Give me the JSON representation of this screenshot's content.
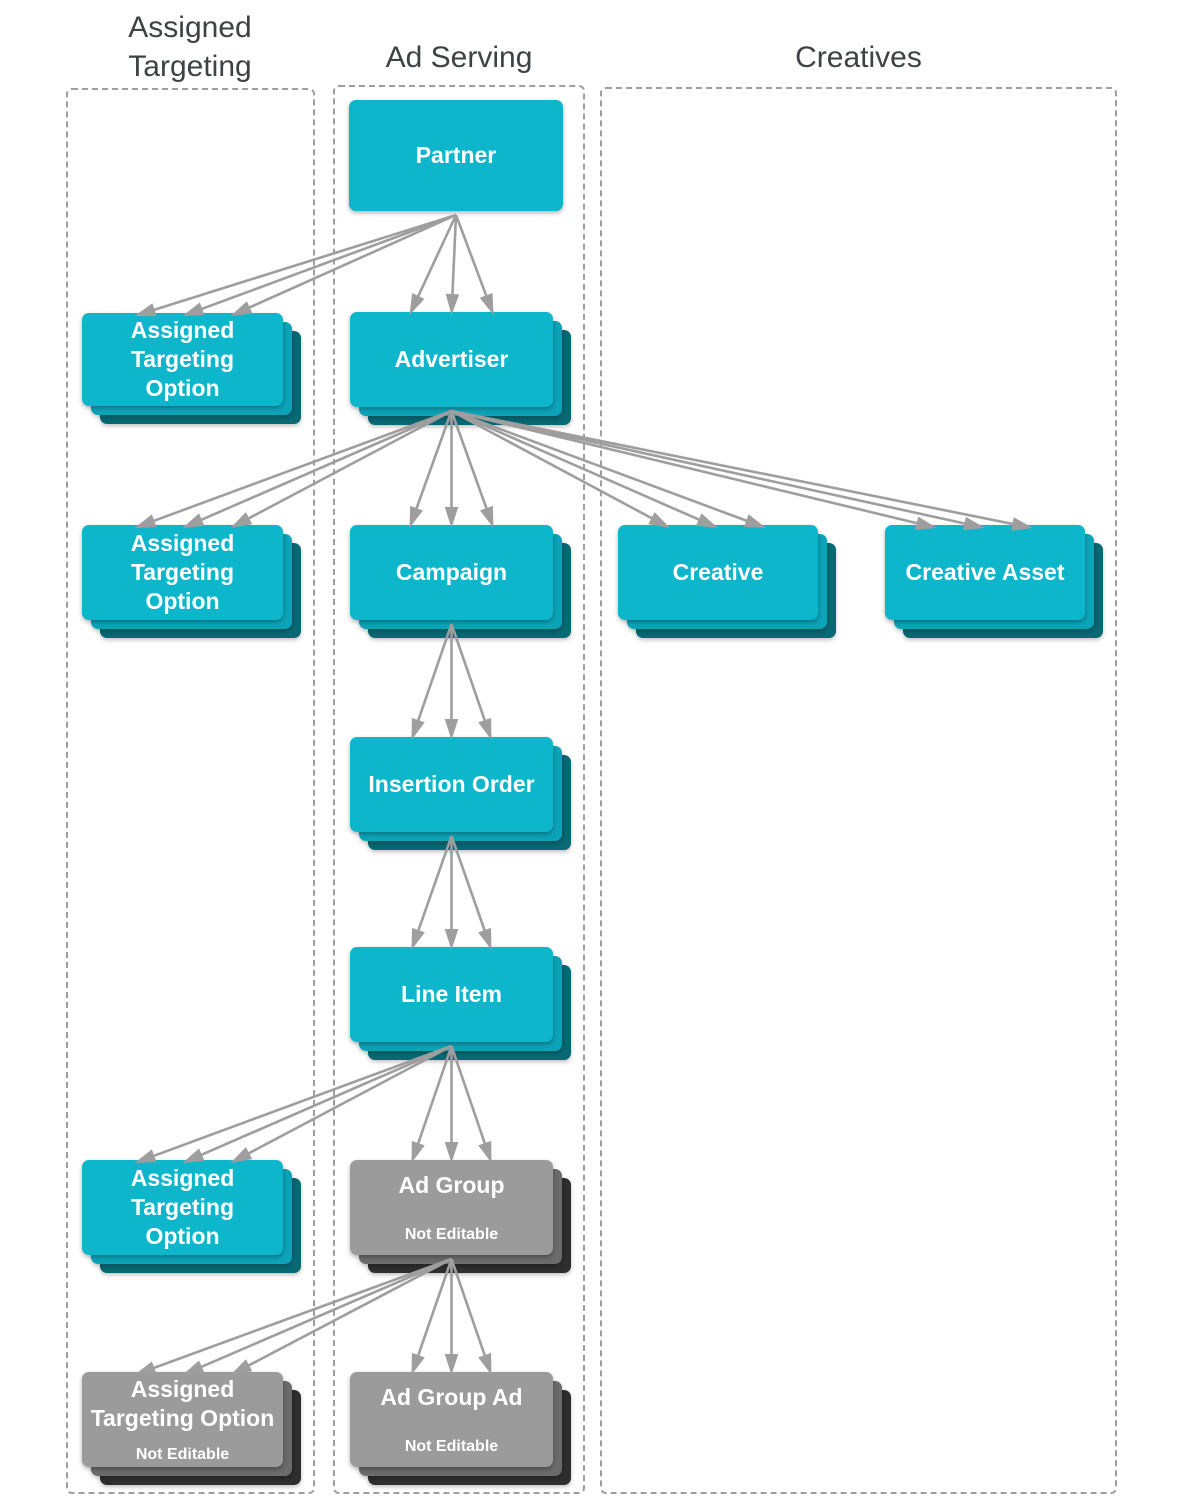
{
  "columns": {
    "assigned_targeting": {
      "title": "Assigned Targeting"
    },
    "ad_serving": {
      "title": "Ad Serving"
    },
    "creatives": {
      "title": "Creatives"
    }
  },
  "nodes": {
    "partner": {
      "label": "Partner"
    },
    "advertiser": {
      "label": "Advertiser"
    },
    "ato_partner": {
      "lines": [
        "Assigned",
        "Targeting",
        "Option"
      ]
    },
    "ato_advertiser": {
      "lines": [
        "Assigned",
        "Targeting",
        "Option"
      ]
    },
    "campaign": {
      "label": "Campaign"
    },
    "creative": {
      "label": "Creative"
    },
    "creative_asset": {
      "label": "Creative Asset"
    },
    "insertion_order": {
      "label": "Insertion Order"
    },
    "line_item": {
      "label": "Line Item"
    },
    "ato_line_item": {
      "lines": [
        "Assigned",
        "Targeting",
        "Option"
      ]
    },
    "ad_group": {
      "label": "Ad Group",
      "note": "Not Editable"
    },
    "ato_ad_group": {
      "lines": [
        "Assigned",
        "Targeting Option"
      ],
      "note": "Not Editable"
    },
    "ad_group_ad": {
      "label": "Ad Group Ad",
      "note": "Not Editable"
    }
  },
  "colors": {
    "cyan_front": "#0eb6cc",
    "cyan_mid": "#0ca3b8",
    "cyan_back": "#086873",
    "gray_front": "#9b9b9b",
    "gray_mid": "#6b6b6b",
    "gray_back": "#2e2e2e",
    "arrow": "#9e9e9e",
    "panel_border": "#9e9e9e",
    "heading_text": "#3f4245",
    "label_text": "#ffffff"
  }
}
